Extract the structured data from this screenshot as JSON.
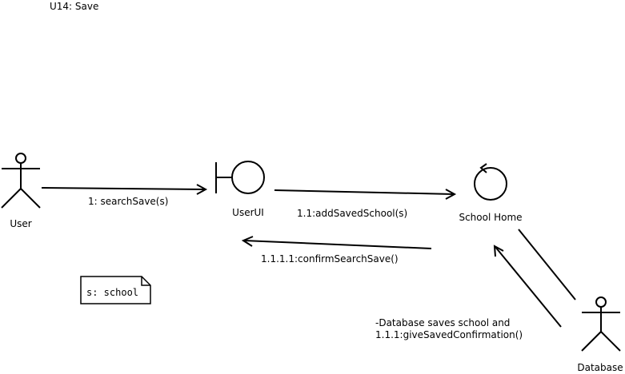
{
  "diagram": {
    "title": "U14: Save",
    "actors": {
      "user": "User",
      "database": "Database"
    },
    "objects": {
      "boundary": "UserUI",
      "control": "School Home"
    },
    "messages": {
      "m1": "1: searchSave(s)",
      "m2": "1.1:addSavedSchool(s)",
      "m3": "1.1.1.1:confirmSearchSave()",
      "m4_line1": "-Database saves school and",
      "m4_line2": "1.1.1:giveSavedConfirmation()"
    },
    "note": "s: school"
  }
}
